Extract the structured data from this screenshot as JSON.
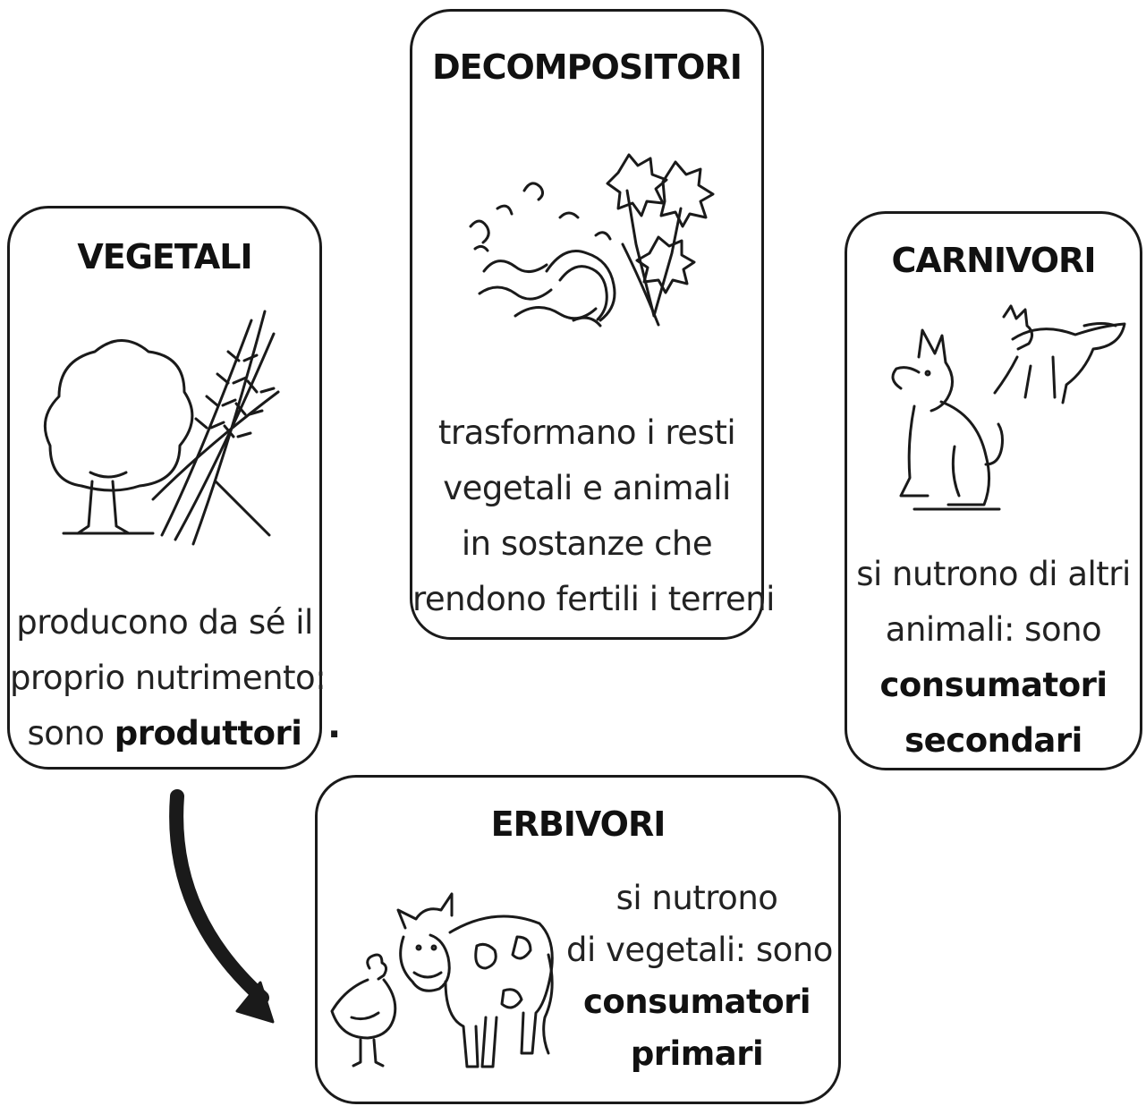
{
  "cards": {
    "decompositori": {
      "title": "DECOMPOSITORI",
      "lines": [
        "trasformano i resti",
        "vegetali e animali",
        "in sostanze che",
        "rendono fertili i terreni"
      ]
    },
    "vegetali": {
      "title": "VEGETALI",
      "line1": "producono da sé il",
      "line2": "proprio nutrimento:",
      "line3_prefix": "sono ",
      "line3_bold": "produttori"
    },
    "carnivori": {
      "title": "CARNIVORI",
      "line1": "si nutrono di altri",
      "line2": "animali: sono",
      "bold1": "consumatori",
      "bold2": "secondari"
    },
    "erbivori": {
      "title": "ERBIVORI",
      "line1": "si nutrono",
      "line2": "di vegetali: sono",
      "bold1": "consumatori",
      "bold2": "primari"
    }
  },
  "trailing_period": ".",
  "icons": [
    "decomposer-illustration",
    "tree-wheat-illustration",
    "dog-fox-illustration",
    "cow-hen-illustration",
    "curved-arrow-icon"
  ]
}
